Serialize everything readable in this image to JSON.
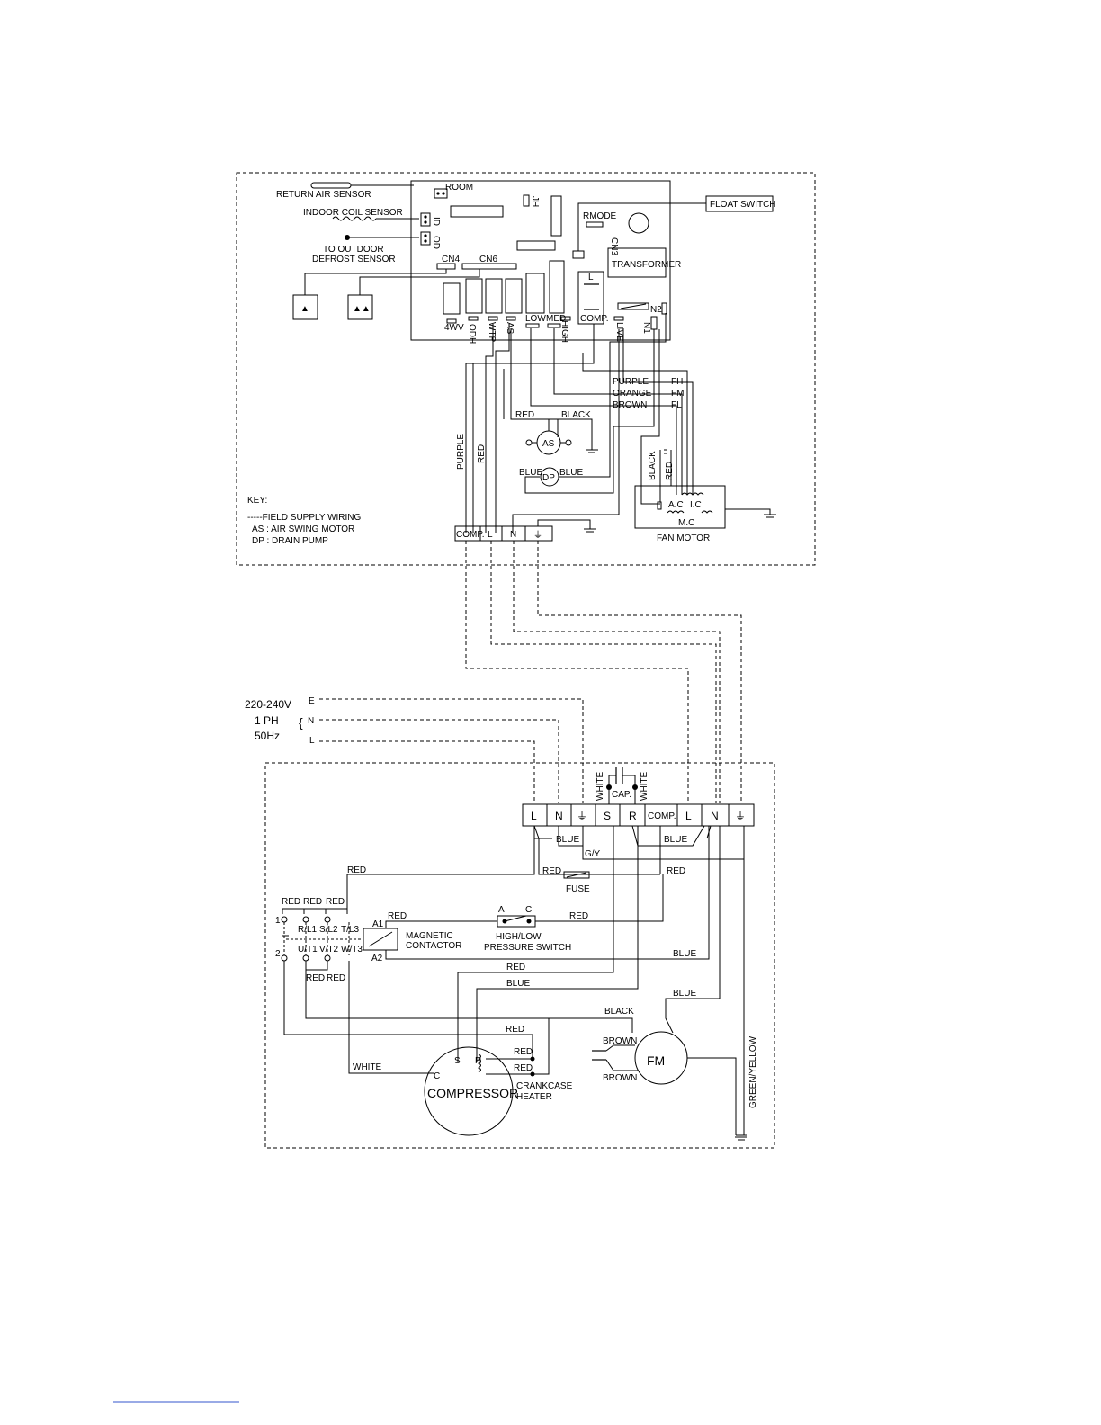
{
  "indoor": {
    "sensors": {
      "return_air": "RETURN AIR SENSOR",
      "indoor_coil": "INDOOR COIL SENSOR",
      "outdoor_defrost": [
        "TO OUTDOOR",
        "DEFROST SENSOR"
      ]
    },
    "board": {
      "room": "ROOM",
      "id": "ID",
      "od": "OD",
      "jh": "JH",
      "rmode": "RMODE",
      "cn3": "CN3",
      "cn4": "CN4",
      "cn6": "CN6",
      "transformer": "TRANSFORMER",
      "l": "L",
      "comp": "COMP.",
      "n2": "N2",
      "terminals": [
        "4WV",
        "ODH",
        "WTP",
        "AS",
        "LOW",
        "MED",
        "HIGH",
        "LIVE",
        "N1"
      ]
    },
    "float_switch": "FLOAT SWITCH",
    "wires": {
      "purple": "PURPLE",
      "orange": "ORANGE",
      "brown": "BROWN",
      "fh": "FH",
      "fm": "FM",
      "fl": "FL",
      "red": "RED",
      "black": "BLACK",
      "blue": "BLUE"
    },
    "as_motor": "AS",
    "drain_pump": "DP",
    "fan_motor": {
      "title": "FAN MOTOR",
      "ac": "A.C",
      "ic": "I.C",
      "mc": "M.C"
    },
    "key": {
      "title": "KEY:",
      "lines": [
        "-----FIELD SUPPLY WIRING",
        "AS : AIR SWING MOTOR",
        "DP : DRAIN PUMP"
      ]
    },
    "terminal_block": [
      "COMP.",
      "L",
      "N",
      "⏚"
    ]
  },
  "supply": {
    "voltage": "220-240V",
    "phase": "1 PH",
    "freq": "50Hz",
    "lines": [
      "E",
      "N",
      "L"
    ]
  },
  "outdoor": {
    "terminal_block": [
      "L",
      "N",
      "⏚",
      "S",
      "R",
      "COMP.",
      "L",
      "N",
      "⏚"
    ],
    "cap": "CAP.",
    "white": "WHITE",
    "gy": "G/Y",
    "fuse": "FUSE",
    "contactor": {
      "label": [
        "MAGNETIC",
        "CONTACTOR"
      ],
      "a1": "A1",
      "a2": "A2",
      "top": [
        "R/L1",
        "S/L2",
        "T/L3"
      ],
      "bottom": [
        "U/T1",
        "V/T2",
        "W/T3"
      ],
      "n1": "1",
      "n2": "2"
    },
    "pressure_switch": {
      "label": [
        "HIGH/LOW",
        "PRESSURE SWITCH"
      ],
      "a": "A",
      "c": "C"
    },
    "compressor": {
      "label": "COMPRESSOR",
      "c": "C",
      "s": "S",
      "r": "R"
    },
    "crankcase": [
      "CRANKCASE",
      "HEATER"
    ],
    "fan": "FM",
    "green_yellow": "GREEN/YELLOW"
  }
}
